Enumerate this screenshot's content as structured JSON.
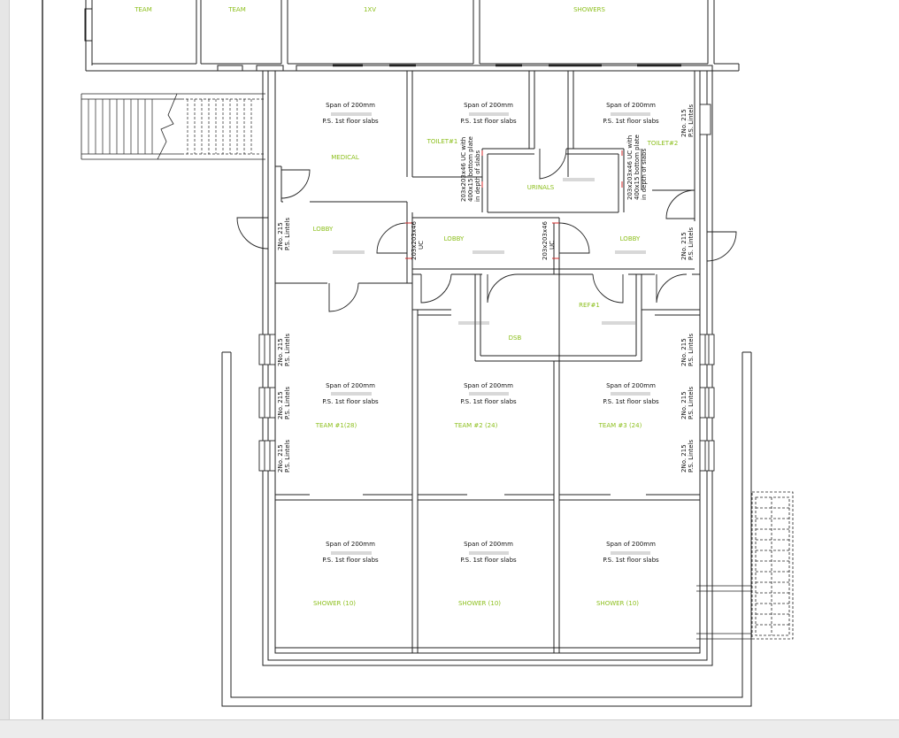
{
  "colors": {
    "room_label": "#8cbf1c",
    "wall": "#1a1a1a",
    "annotation": "#111111",
    "column_marker": "#d42b2b"
  },
  "rooms": {
    "team_a": "TEAM",
    "team_b": "TEAM",
    "txv": "1XV",
    "showers": "SHOWERS",
    "medical": "MEDICAL",
    "toilet1": "TOILET#1",
    "urinals": "URINALS",
    "toilet2": "TOILET#2",
    "lobby_left": "LOBBY",
    "lobby_mid": "LOBBY",
    "lobby_right": "LOBBY",
    "ref1": "REF#1",
    "dsb": "DSB",
    "team1": "TEAM  #1(28)",
    "team2": "TEAM  #2  (24)",
    "team3": "TEAM  #3  (24)",
    "shower1": "SHOWER  (10)",
    "shower2": "SHOWER  (10)",
    "shower3": "SHOWER  (10)"
  },
  "notes": {
    "span": "Span  of  200mm",
    "slabs": "P.S.  1st  floor  slabs",
    "lintel_a": "2No.  215",
    "lintel_b": "P.S.  Lintels",
    "uc_short_a": "203x203x46",
    "uc_short_b": "UC",
    "uc_long_a": "203x203x46  UC  with",
    "uc_long_b": "400x15  bottom  plate",
    "uc_long_c": "in  depth  of  slabs"
  }
}
